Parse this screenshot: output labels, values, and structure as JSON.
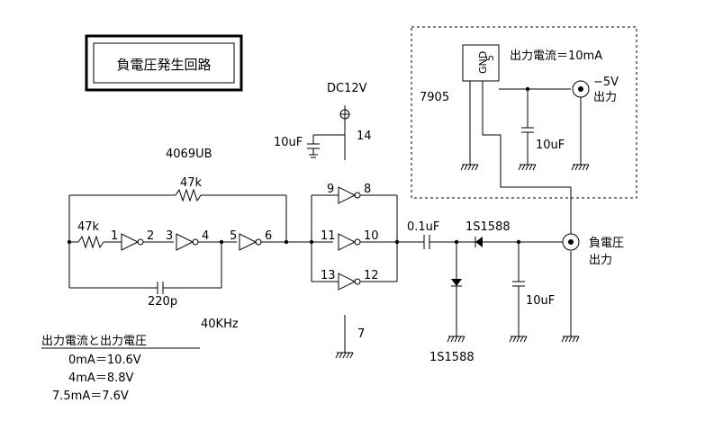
{
  "title": "負電圧発生回路",
  "supply_label": "DC12V",
  "ic_name": "4069UB",
  "oscillator": {
    "r_feedback": "47k",
    "r_input": "47k",
    "capacitor": "220p",
    "frequency": "40KHz"
  },
  "pins": {
    "p1": "1",
    "p2": "2",
    "p3": "3",
    "p4": "4",
    "p5": "5",
    "p6": "6",
    "p7": "7",
    "p8": "8",
    "p9": "9",
    "p10": "10",
    "p11": "11",
    "p12": "12",
    "p13": "13",
    "p14": "14"
  },
  "supply_cap": "10uF",
  "coupling_cap": "0.1uF",
  "diode_series": "1S1588",
  "diode_shunt": "1S1588",
  "output_cap": "10uF",
  "output_label_line1": "負電圧",
  "output_label_line2": "出力",
  "regulator": {
    "part": "7905",
    "pin_text": "GND",
    "pin_text_extra": "5",
    "spec": "出力電流＝10mA",
    "cap": "10uF",
    "out_line1": "−5V",
    "out_line2": "出力"
  },
  "table": {
    "heading": "出力電流と出力電圧",
    "rows": [
      "0mA＝10.6V",
      "4mA＝8.8V",
      "7.5mA＝7.6V"
    ]
  }
}
